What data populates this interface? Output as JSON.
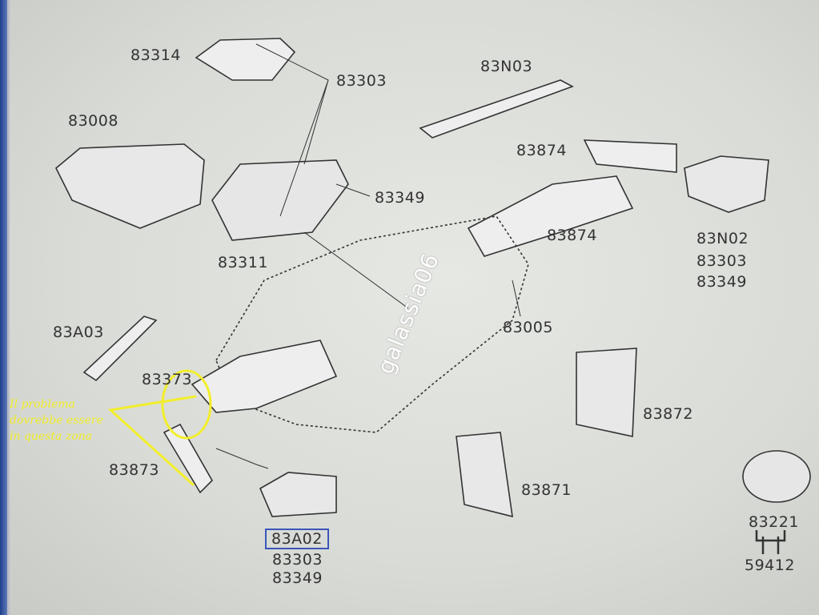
{
  "labels": {
    "p83314": "83314",
    "p83303_top": "83303",
    "p83N03": "83N03",
    "p83008": "83008",
    "p83874_a": "83874",
    "p83349": "83349",
    "p83874_b": "83874",
    "p83N02": "83N02",
    "p83303_r": "83303",
    "p83349_r": "83349",
    "p83311": "83311",
    "p83005": "83005",
    "p83A03": "83A03",
    "p83373": "83373",
    "p83872": "83872",
    "p83873": "83873",
    "p83871": "83871",
    "p83A02": "83A02",
    "p83303_b": "83303",
    "p83349_b": "83349",
    "p83221": "83221",
    "p59412": "59412"
  },
  "annotation": {
    "line1": "Il problema",
    "line2": "dovrebbe essere",
    "line3": "in questa zona",
    "color": "#f2ee2a"
  },
  "watermark": "galassia06"
}
